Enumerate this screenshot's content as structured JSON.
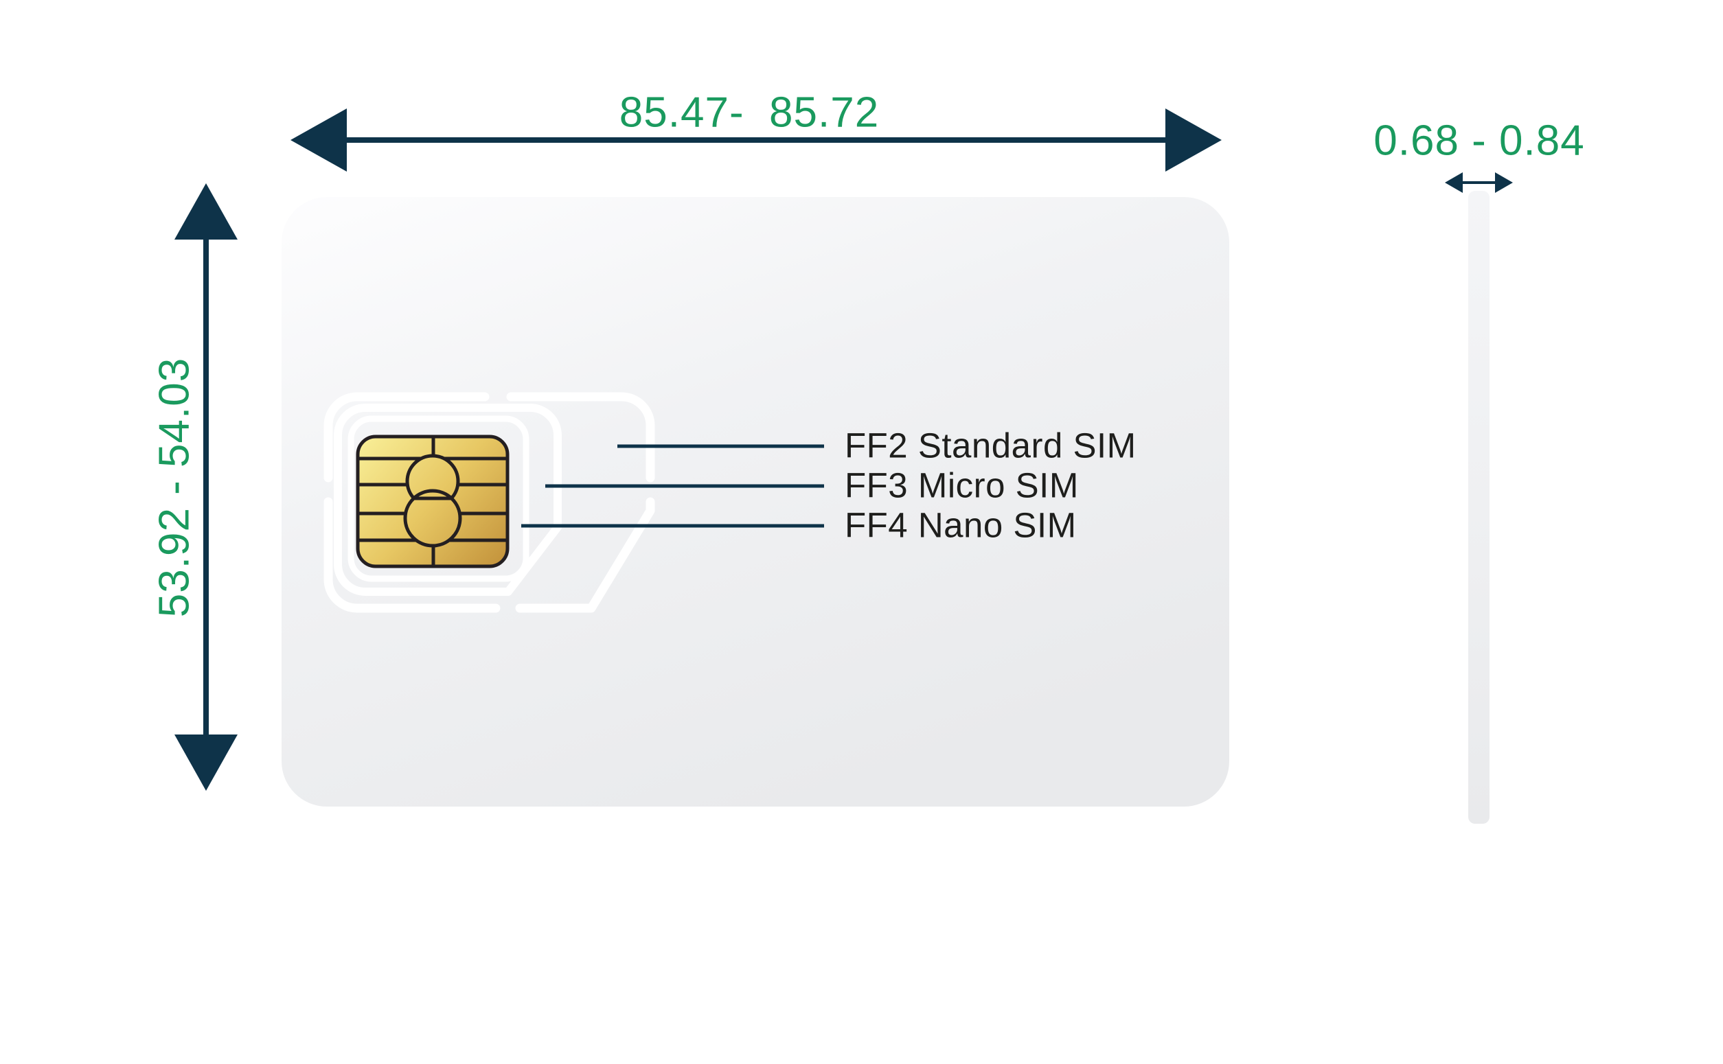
{
  "diagram": {
    "subject": "SIM card form factor dimensions",
    "dimensions": {
      "width": "85.47-  85.72",
      "height": "53.92 - 54.03",
      "thickness": "0.68 - 0.84"
    },
    "form_factors": [
      {
        "label": "FF2 Standard SIM"
      },
      {
        "label": "FF3 Micro SIM"
      },
      {
        "label": "FF4 Nano SIM"
      }
    ],
    "colors": {
      "dimension_text_green": "#1a9a5e",
      "arrow_navy": "#0e3349",
      "label_ink": "#1e1e1c",
      "chip_gold_light": "#f8ef9e",
      "chip_gold_dark": "#c2913a",
      "card_gray": "#f0f1f3",
      "cutout_outline_white": "#ffffff"
    },
    "icons": {
      "width_arrow": "horizontal-double-arrow-icon",
      "height_arrow": "vertical-double-arrow-icon",
      "thickness_arrow": "small-horizontal-double-arrow-icon"
    }
  }
}
